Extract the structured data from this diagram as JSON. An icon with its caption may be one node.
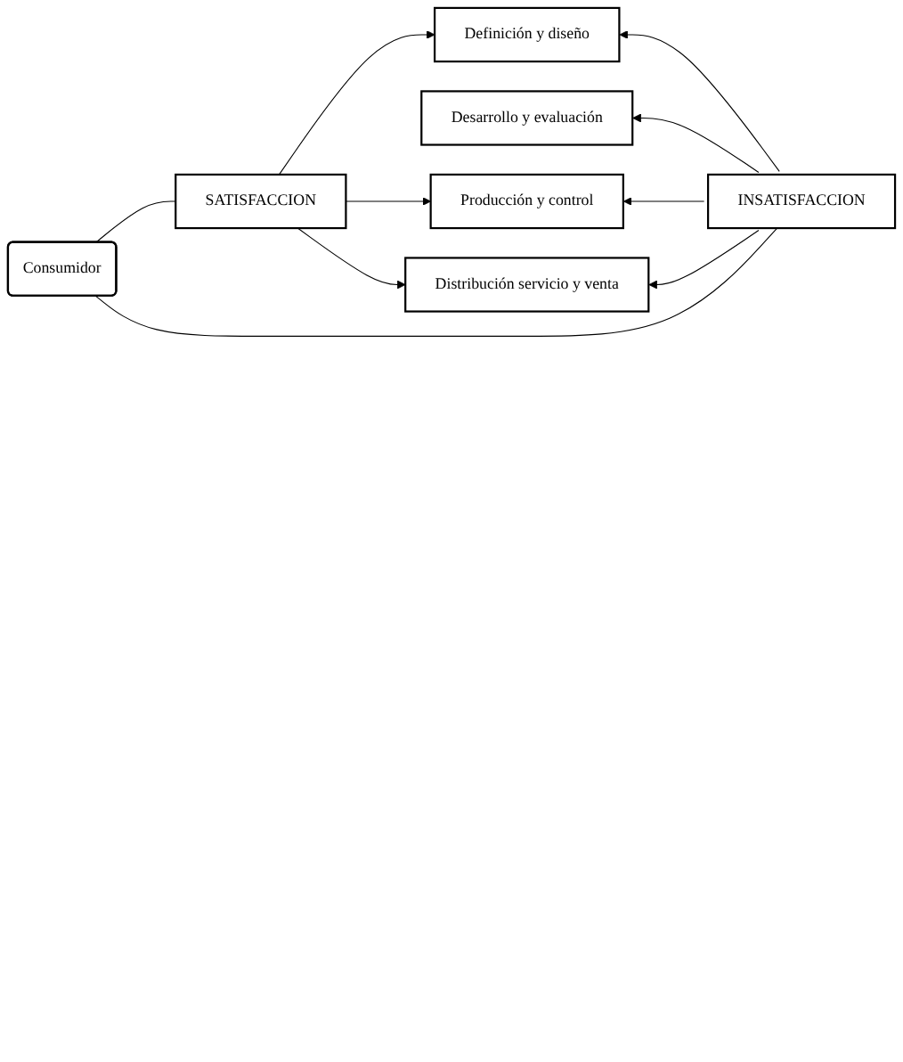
{
  "diagram": {
    "nodes": [
      {
        "text": [
          "Definición y diseño"
        ]
      },
      {
        "text": [
          "SATISFACCION"
        ]
      },
      {
        "text": [
          "INSATISFACCION"
        ]
      },
      {
        "text": [
          "Desarrollo y evaluación"
        ]
      },
      {
        "text": [
          "Producción y control"
        ]
      },
      {
        "text": [
          "Distribución servicio y venta"
        ]
      },
      {
        "text": [
          "Consumidor"
        ]
      }
    ],
    "edges": [
      {
        "from": 1,
        "to": 0,
        "arrow": "to"
      },
      {
        "from": 2,
        "to": 0,
        "arrow": "to"
      },
      {
        "from": 2,
        "to": 3,
        "arrow": "to"
      },
      {
        "from": 1,
        "to": 4,
        "arrow": "to"
      },
      {
        "from": 2,
        "to": 4,
        "arrow": "to"
      },
      {
        "from": 1,
        "to": 5,
        "arrow": "to"
      },
      {
        "from": 2,
        "to": 5,
        "arrow": "to"
      },
      {
        "from": 6,
        "to": 1,
        "arrow": "none"
      },
      {
        "from": 6,
        "to": 2,
        "arrow": "none"
      }
    ]
  }
}
